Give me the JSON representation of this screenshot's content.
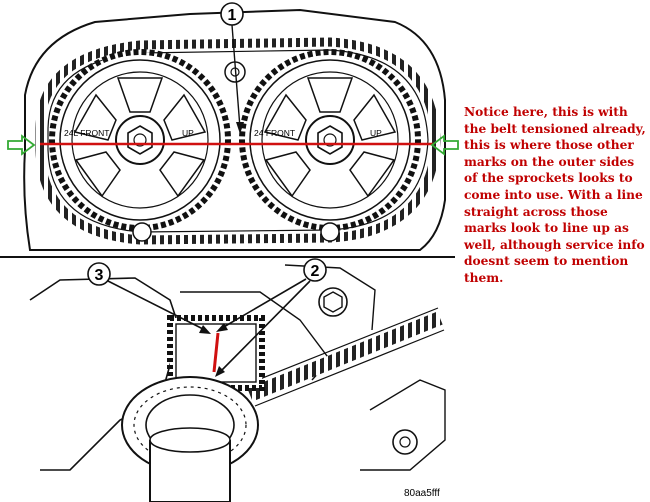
{
  "callouts": {
    "one": "1",
    "two": "2",
    "three": "3"
  },
  "sprocket_marks": {
    "left_front": "24L FRONT",
    "left_up": "UP",
    "right_front": "24 FRONT",
    "right_up": "UP"
  },
  "figure_code": "80aa5fff",
  "annotation_text": "Notice here, this is with the belt tensioned already, this is where those other marks on the outer sides of the sprockets looks to come into use. With a line straight across those marks look to line up as well, although service info doesnt seem to mention them.",
  "colors": {
    "annotation": "#c00000",
    "arrow": "#33aa33",
    "line_art": "#111111"
  },
  "icons": [
    "arrow-right-icon",
    "arrow-left-icon"
  ]
}
